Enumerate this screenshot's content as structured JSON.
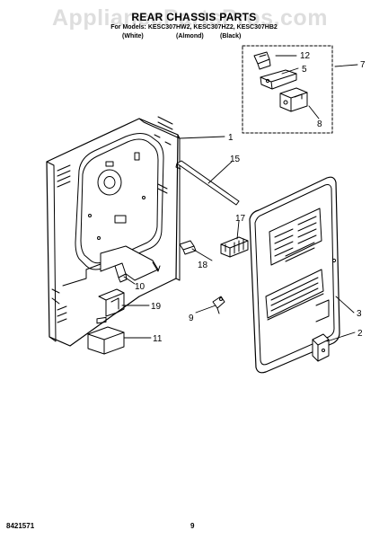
{
  "watermark": "AppliancePartsPros.com",
  "header": {
    "title": "REAR CHASSIS PARTS",
    "subtitle": "For Models: KESC307HW2, KESC307HZ2, KESC307HB2",
    "color_codes": [
      "(White)",
      "(Almond)",
      "(Black)"
    ]
  },
  "callouts": [
    {
      "id": "c1",
      "label": "1"
    },
    {
      "id": "c2",
      "label": "2"
    },
    {
      "id": "c3",
      "label": "3"
    },
    {
      "id": "c5",
      "label": "5"
    },
    {
      "id": "c7",
      "label": "7"
    },
    {
      "id": "c8",
      "label": "8"
    },
    {
      "id": "c9",
      "label": "9"
    },
    {
      "id": "c10",
      "label": "10"
    },
    {
      "id": "c11",
      "label": "11"
    },
    {
      "id": "c12",
      "label": "12"
    },
    {
      "id": "c15",
      "label": "15"
    },
    {
      "id": "c17",
      "label": "17"
    },
    {
      "id": "c18",
      "label": "18"
    },
    {
      "id": "c19",
      "label": "19"
    }
  ],
  "footer": {
    "doc_number": "8421571",
    "page_number": "9"
  }
}
